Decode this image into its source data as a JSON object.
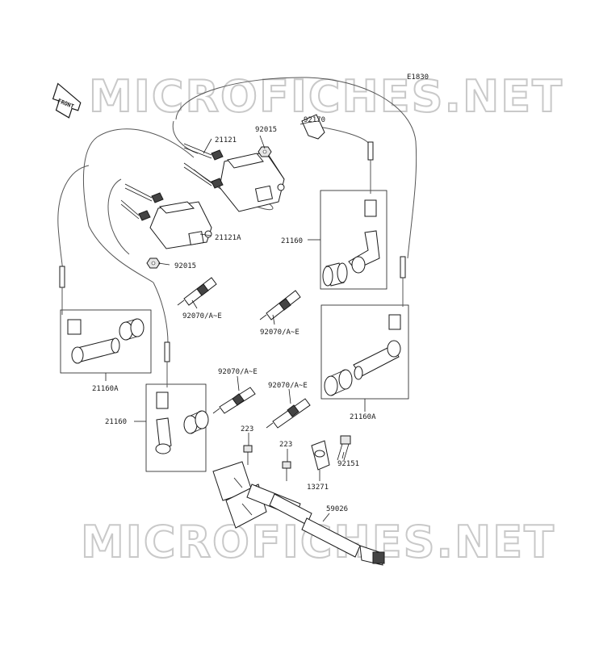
{
  "diagram_code": "E1830",
  "front_arrow_label": "FRONT",
  "watermarks": {
    "top": "MICROFICHES.NET",
    "bottom": "MICROFICHES.NET"
  },
  "labels": {
    "p92170": "92170",
    "p92015_top": "92015",
    "p21121": "21121",
    "p21121A": "21121A",
    "p92015_mid": "92015",
    "p21160_right_top": "21160",
    "p92070_left": "92070/A~E",
    "p92070_mid": "92070/A~E",
    "p21160A_left": "21160A",
    "p92070_center": "92070/A~E",
    "p92070_right": "92070/A~E",
    "p21160_bottom": "21160",
    "p21160A_right": "21160A",
    "p223_a": "223",
    "p223_b": "223",
    "p92151": "92151",
    "p13271": "13271",
    "p59026": "59026"
  }
}
